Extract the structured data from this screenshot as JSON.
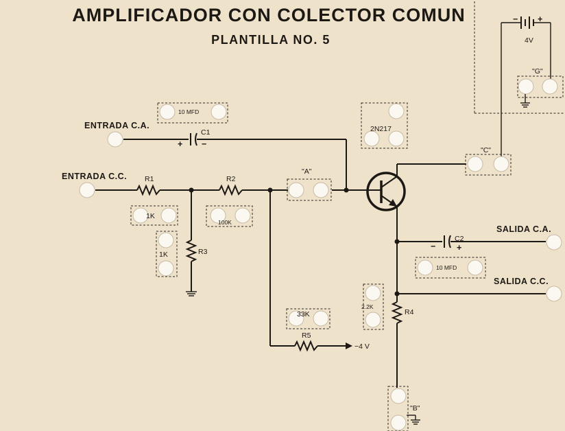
{
  "title": "AMPLIFICADOR CON COLECTOR COMUN",
  "subtitle": "PLANTILLA NO. 5",
  "inputs": {
    "ac": "ENTRADA C.A.",
    "dc": "ENTRADA C.C."
  },
  "outputs": {
    "ac": "SALIDA C.A.",
    "dc": "SALIDA C.C."
  },
  "components": {
    "c1": {
      "label": "C1",
      "value": "10 MFD",
      "plus": "+",
      "minus": "−"
    },
    "c2": {
      "label": "C2",
      "value": "10 MFD",
      "plus": "+",
      "minus": "−"
    },
    "r1": {
      "label": "R1",
      "value": "1K"
    },
    "r2": {
      "label": "R2",
      "value": "100K"
    },
    "r3": {
      "label": "R3",
      "value": "1K"
    },
    "r4": {
      "label": "R4",
      "value": "2.2K"
    },
    "r5": {
      "label": "R5",
      "value": "33K",
      "supply": "−4 V"
    },
    "transistor": {
      "value": "2N217"
    },
    "battery": {
      "value": "4V",
      "minus": "−",
      "plus": "+"
    }
  },
  "terminals": {
    "a": "\"A\"",
    "b": "\"B\"",
    "c": "\"C\"",
    "g": "\"G\""
  }
}
